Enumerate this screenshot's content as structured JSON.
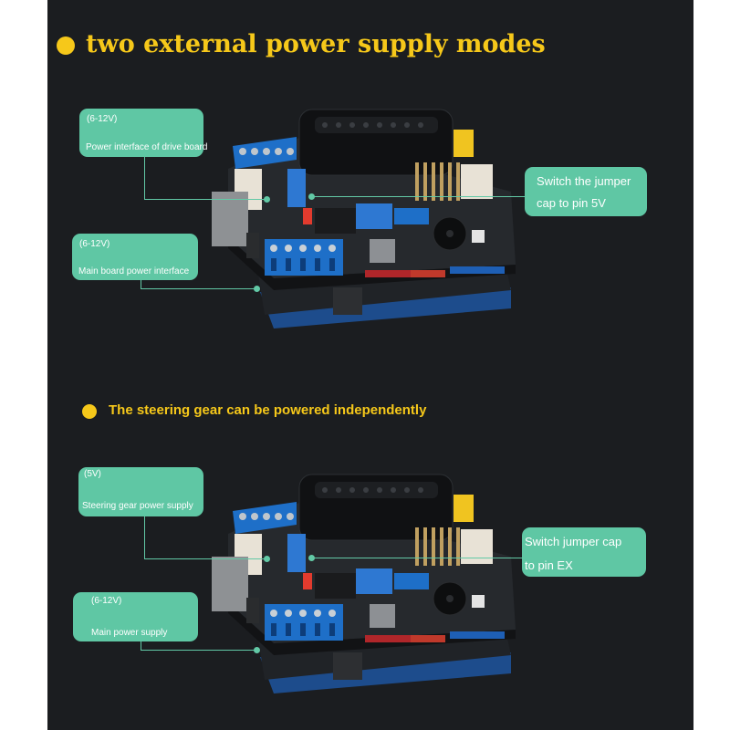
{
  "section1": {
    "heading": "two external power supply modes",
    "callouts": {
      "drive_board_voltage": "(6-12V)",
      "drive_board_label": "Power interface of drive board",
      "main_board_voltage": "(6-12V)",
      "main_board_label": "Main board power interface",
      "jumper_line1": "Switch the jumper",
      "jumper_line2": "cap to pin 5V"
    }
  },
  "section2": {
    "heading": "The steering gear can be powered independently",
    "callouts": {
      "servo_voltage": "(5V)",
      "servo_label": "Steering gear power supply",
      "main_voltage": "(6-12V)",
      "main_label": "Main power supply",
      "jumper_line1": "Switch jumper cap",
      "jumper_line2": "to pin EX"
    }
  },
  "colors": {
    "background": "#1b1d20",
    "heading": "#f6c81a",
    "callout": "#5fc7a4",
    "terminal_blue": "#1e6fc8",
    "pcb_black": "#15171a"
  }
}
